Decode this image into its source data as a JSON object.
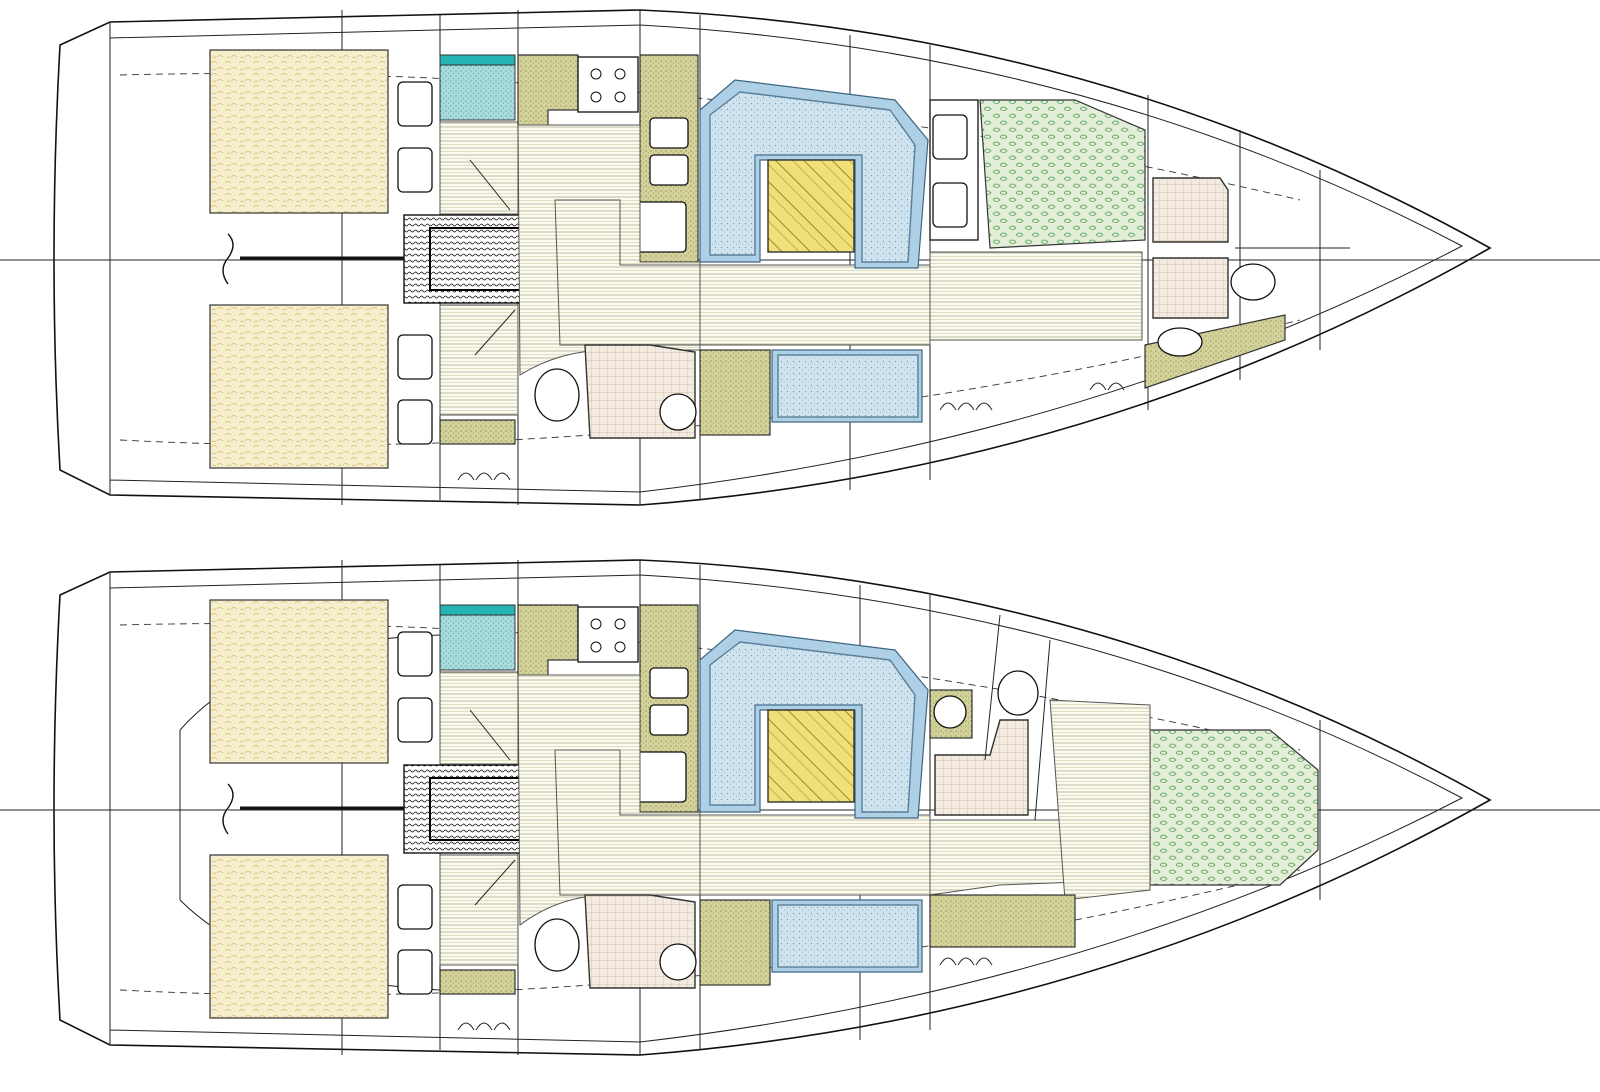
{
  "diagram": {
    "type": "yacht-interior-layout",
    "layouts": [
      {
        "id": "layout-3-cabin-2-head",
        "cabins": 3,
        "heads": 2
      },
      {
        "id": "layout-2-cabin-2-head",
        "cabins": 2,
        "heads": 2
      }
    ]
  },
  "colors": {
    "bunk_aft": "#f3ecc4",
    "bunk_forward": "#dceacf",
    "sole_stripes": "#c9c49a",
    "sofa": "#c8dde9",
    "sofa_frame": "#aed0e6",
    "table": "#e6d35a",
    "counter": "#c6c58a",
    "fridge": "#7cc6cc",
    "shower": "#eadfd2",
    "engine": "#1a1a1a"
  },
  "icons": [
    "pillow-icon",
    "toilet-icon",
    "sink-icon",
    "stove-icon",
    "propeller-icon",
    "engine-icon",
    "companionway-steps-icon"
  ]
}
